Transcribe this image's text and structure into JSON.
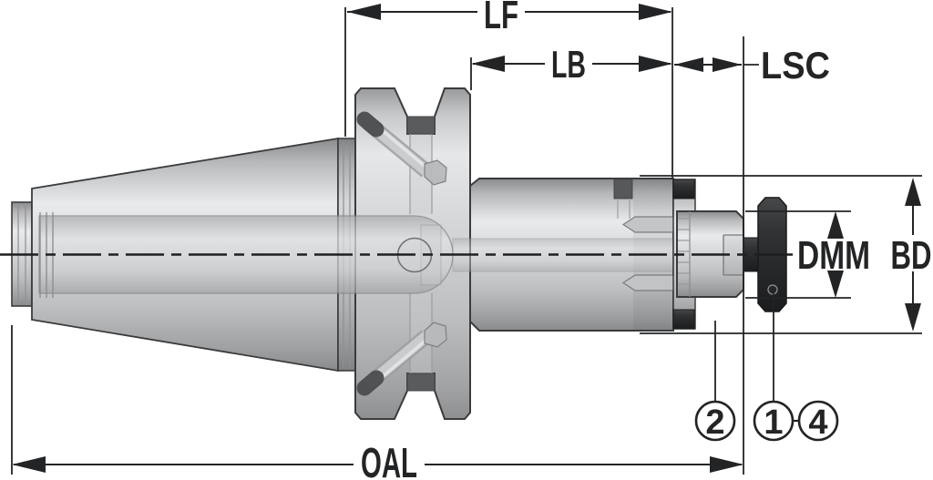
{
  "drawing": {
    "title": "tool-holder-dimension-drawing",
    "dimension_labels": {
      "lf": "LF",
      "lb": "LB",
      "lsc": "LSC",
      "oal": "OAL",
      "bd": "BD",
      "dmm": "DMM"
    },
    "callouts": {
      "c2": "2",
      "c1": "1",
      "c4": "4"
    },
    "colors": {
      "line": "#232426",
      "metal_light": "#e9eaec",
      "metal_mid": "#c6c7c9",
      "metal_dark": "#86878a",
      "black_part": "#2b2c2e",
      "slot_dark": "#5a5b5d",
      "background": "#ffffff"
    }
  }
}
